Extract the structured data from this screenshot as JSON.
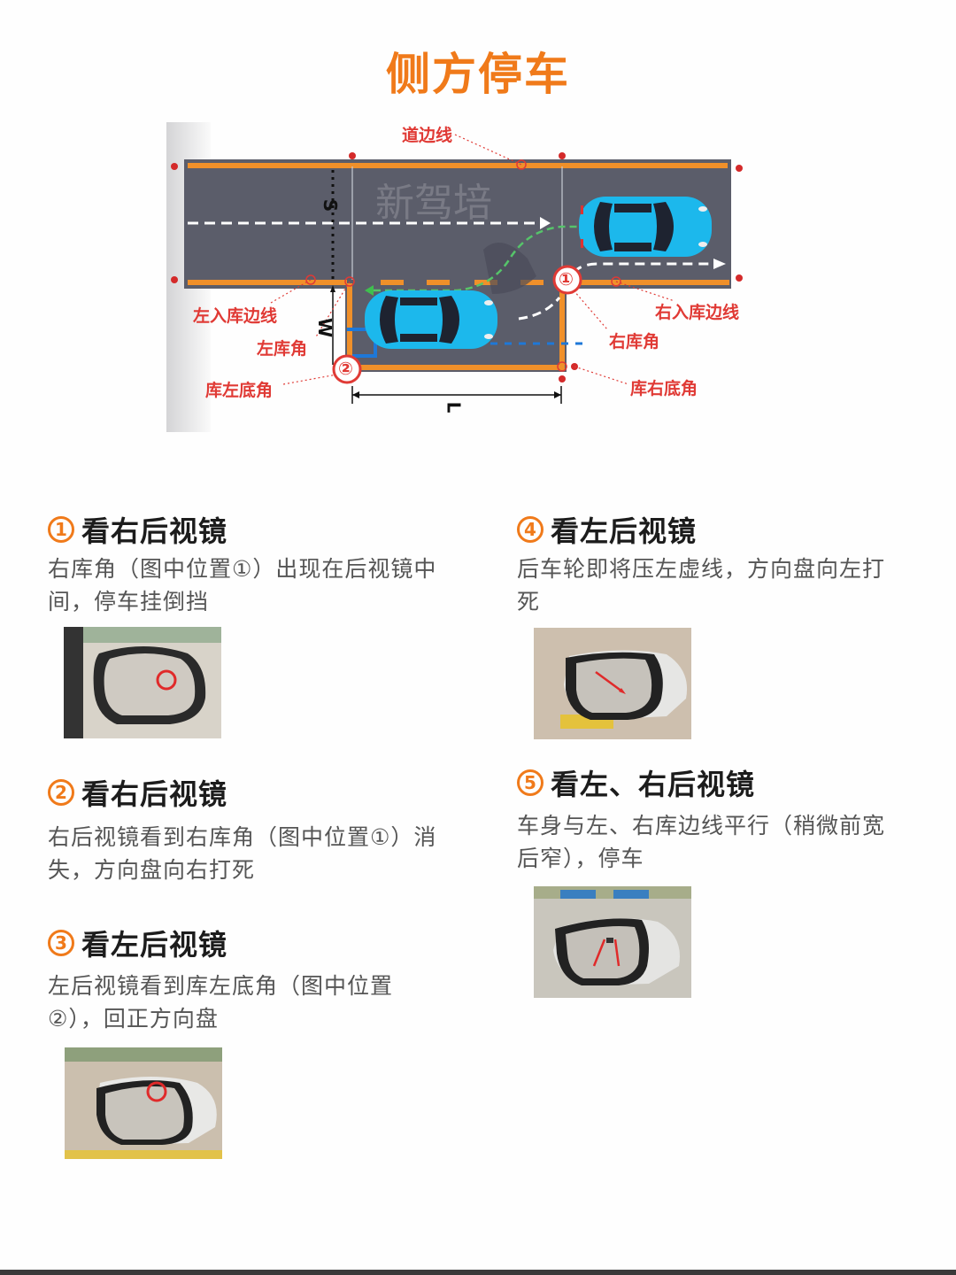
{
  "title": "侧方停车",
  "diagram": {
    "watermark": "新驾培",
    "labels": {
      "road_edge_line": "道边线",
      "left_entry_line": "左入库边线",
      "right_entry_line": "右入库边线",
      "left_corner": "左库角",
      "right_corner": "右库角",
      "bottom_left_corner": "库左底角",
      "bottom_right_corner": "库右底角"
    },
    "markers": {
      "position_1": "①",
      "position_2": "②"
    },
    "dimensions": {
      "s": "S",
      "w": "W",
      "l": "L"
    },
    "colors": {
      "road": "#5b5d6a",
      "lane_line": "#f0902a",
      "car": "#1cb8ec",
      "label_red": "#e03a35",
      "path_green": "#3fbf4f",
      "guide_blue": "#1e78d8"
    }
  },
  "steps": [
    {
      "number": "①",
      "title": "看右后视镜",
      "description": "右库角（图中位置①）出现在后视镜中间，停车挂倒挡",
      "photo": "right-mirror-photo-circle"
    },
    {
      "number": "②",
      "title": "看右后视镜",
      "description": "右后视镜看到右库角（图中位置①）消失，方向盘向右打死"
    },
    {
      "number": "③",
      "title": "看左后视镜",
      "description": "左后视镜看到库左底角（图中位置②），回正方向盘",
      "photo": "left-mirror-photo-circle"
    },
    {
      "number": "④",
      "title": "看左后视镜",
      "description": "后车轮即将压左虚线，方向盘向左打死",
      "photo": "left-mirror-photo-arrow"
    },
    {
      "number": "⑤",
      "title": "看左、右后视镜",
      "description": "车身与左、右库边线平行（稍微前宽后窄），停车",
      "photo": "left-mirror-photo-two-arrows"
    }
  ],
  "theme": {
    "accent": "#f07a1a",
    "text_dark": "#1c1c1c",
    "text_body": "#555555"
  }
}
